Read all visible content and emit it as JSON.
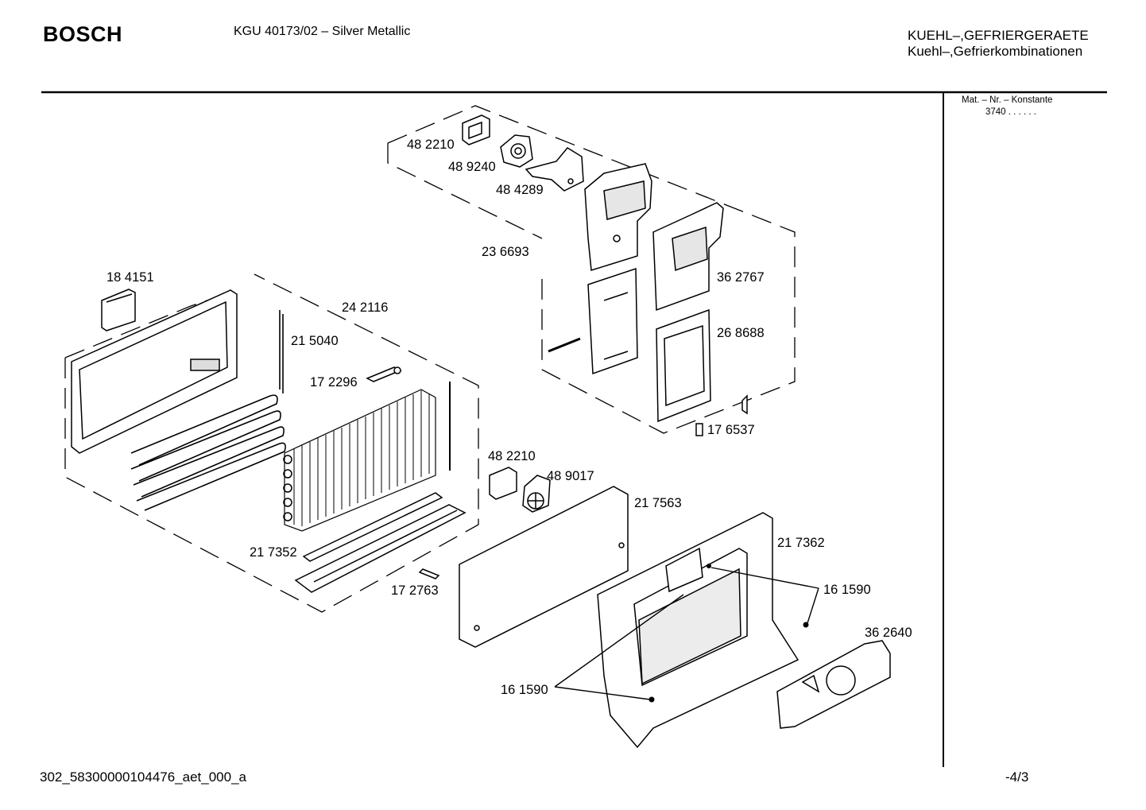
{
  "header": {
    "brand": "BOSCH",
    "model": "KGU 40173/02 – Silver Metallic",
    "category_line1": "KUEHL–,GEFRIERGERAETE",
    "category_line2": "Kuehl–,Gefrierkombinationen"
  },
  "side_panel": {
    "mat_label": "Mat. – Nr. – Konstante",
    "mat_value": "3740  .  .  .  .  .  ."
  },
  "parts": {
    "p482210_top": "48 2210",
    "p489240": "48 9240",
    "p484289": "48 4289",
    "p236693": "23 6693",
    "p362767": "36 2767",
    "p268688": "26 8688",
    "p176537": "17 6537",
    "p184151": "18 4151",
    "p242116": "24 2116",
    "p215040": "21 5040",
    "p172296": "17 2296",
    "p482210_mid": "48 2210",
    "p489017": "48 9017",
    "p217563": "21 7563",
    "p217362": "21 7362",
    "p217352": "21 7352",
    "p172763": "17 2763",
    "p161590_right": "16 1590",
    "p362640": "36 2640",
    "p161590_bottom": "16 1590"
  },
  "footer": {
    "doc_id": "302_58300000104476_aet_000_a",
    "page": "-4/3"
  }
}
